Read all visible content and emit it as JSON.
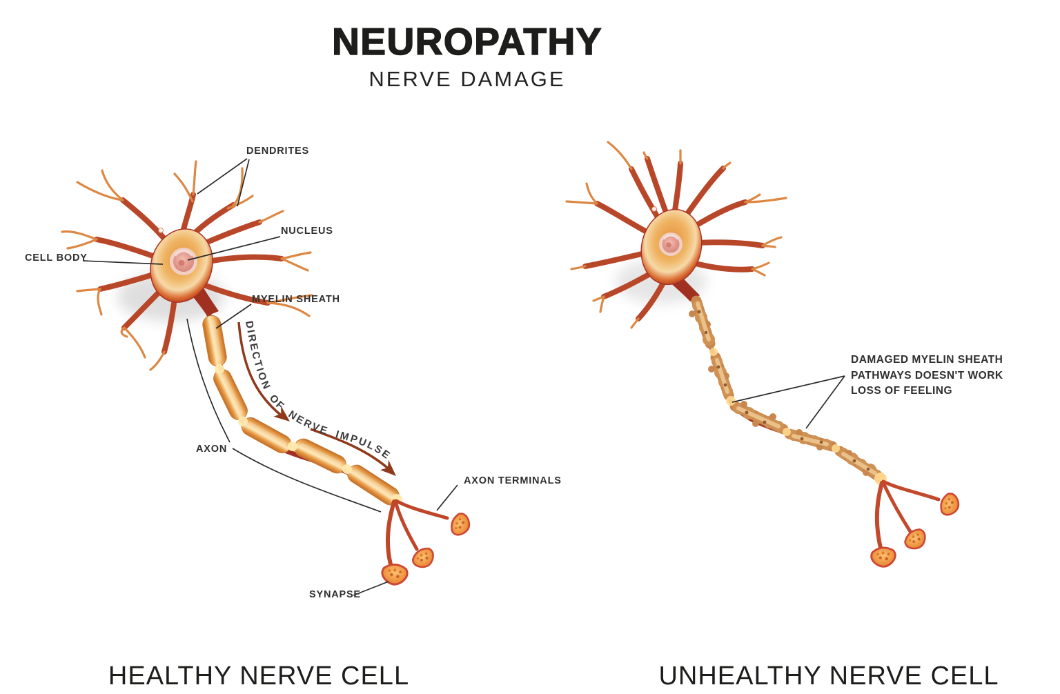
{
  "title": "NEUROPATHY",
  "subtitle": "NERVE DAMAGE",
  "healthy": {
    "caption": "HEALTHY NERVE CELL",
    "impulse_label": "DIRECTION OF NERVE IMPULSE",
    "labels": {
      "dendrites": "DENDRITES",
      "nucleus": "NUCLEUS",
      "cell_body": "CELL BODY",
      "myelin_sheath": "MYELIN SHEATH",
      "axon": "AXON",
      "axon_terminals": "AXON TERMINALS",
      "synapse": "SYNAPSE"
    }
  },
  "unhealthy": {
    "caption": "UNHEALTHY NERVE CELL",
    "annotation": [
      "DAMAGED MYELIN SHEATH",
      "PATHWAYS DOESN'T WORK",
      "LOSS OF FEELING"
    ]
  },
  "colors": {
    "background": "#ffffff",
    "title_text": "#1d1d1b",
    "label_text": "#2f2f2f",
    "leader_line": "#2b2b2b",
    "impulse_arrow": "#8e3a1c",
    "cell_body_core": "#e49036",
    "cell_body_edge": "#ad3423",
    "nucleus": "#e39a8e",
    "myelin_sheath": "#f8cf8d",
    "damaged_myelin": "#cf9154",
    "dendrite": "#b8472a"
  }
}
